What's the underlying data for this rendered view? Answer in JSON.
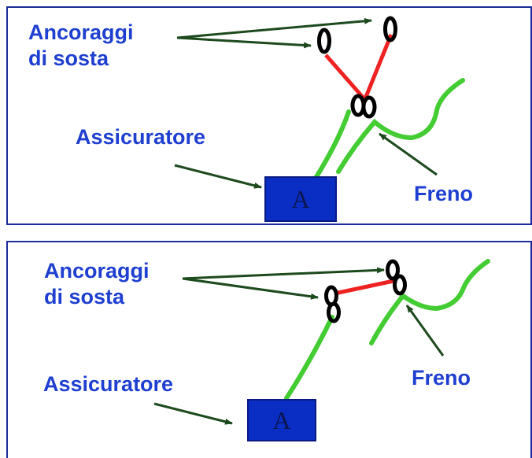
{
  "panels": [
    {
      "anchors_label_line1": "Ancoraggi",
      "anchors_label_line2": "di sosta",
      "belayer_label": "Assicuratore",
      "brake_label": "Freno",
      "belayer_box_letter": "A"
    },
    {
      "anchors_label_line1": "Ancoraggi",
      "anchors_label_line2": "di sosta",
      "belayer_label": "Assicuratore",
      "brake_label": "Freno",
      "belayer_box_letter": "A"
    }
  ],
  "colors": {
    "border": "#1a2c99",
    "label_text": "#1f3fd0",
    "rope": "#44cc33",
    "sling": "#ee2222",
    "carabiner": "#000000",
    "arrow": "#1d4a1d",
    "belayer_box": "#0a2ec4"
  }
}
